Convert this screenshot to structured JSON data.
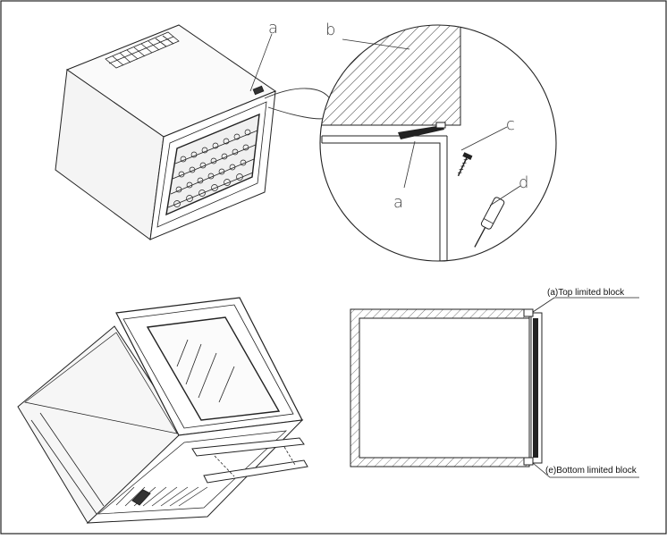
{
  "diagram": {
    "top_right_detail": {
      "labels": {
        "a_top": "a",
        "b": "b",
        "c": "c",
        "d": "d",
        "a_bottom": "a"
      }
    },
    "bottom_right_plan": {
      "top_label": "(a)Top limited block",
      "bottom_label": "(e)Bottom limited block"
    }
  }
}
